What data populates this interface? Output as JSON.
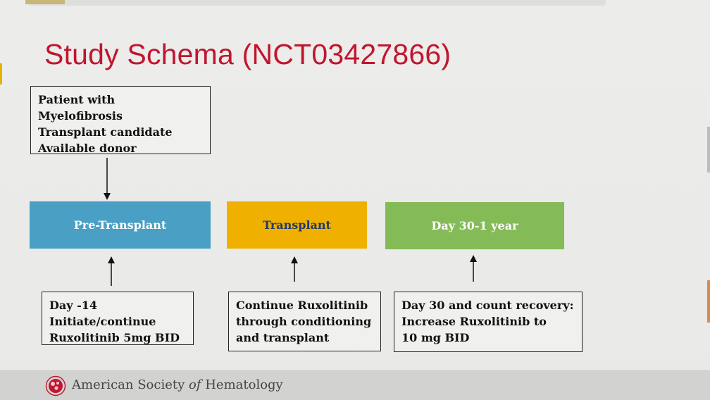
{
  "slide": {
    "title": "Study Schema (NCT03427866)"
  },
  "patient_box": {
    "lines": [
      "Patient with",
      "Myelofibrosis",
      "Transplant candidate",
      "Available donor"
    ]
  },
  "phases": [
    {
      "label": "Pre-Transplant",
      "color": "#4a9fc4"
    },
    {
      "label": "Transplant",
      "color": "#f0b000"
    },
    {
      "label": "Day 30-1 year",
      "color": "#84bb57"
    }
  ],
  "phase_text_colors": [
    "#ffffff",
    "#1f3a6b",
    "#ffffff"
  ],
  "notes": [
    {
      "lines": [
        "Day -14",
        "Initiate/continue",
        "Ruxolitinib 5mg BID"
      ]
    },
    {
      "lines": [
        "Continue Ruxolitinib",
        "through conditioning",
        "and transplant"
      ]
    },
    {
      "lines": [
        "Day 30 and count recovery:",
        "Increase  Ruxolitinib to",
        "10 mg BID"
      ]
    }
  ],
  "footer": {
    "org_prefix": "American Society ",
    "org_of": "of",
    "org_suffix": " Hematology",
    "logo_icon": "ash-logo-icon"
  }
}
